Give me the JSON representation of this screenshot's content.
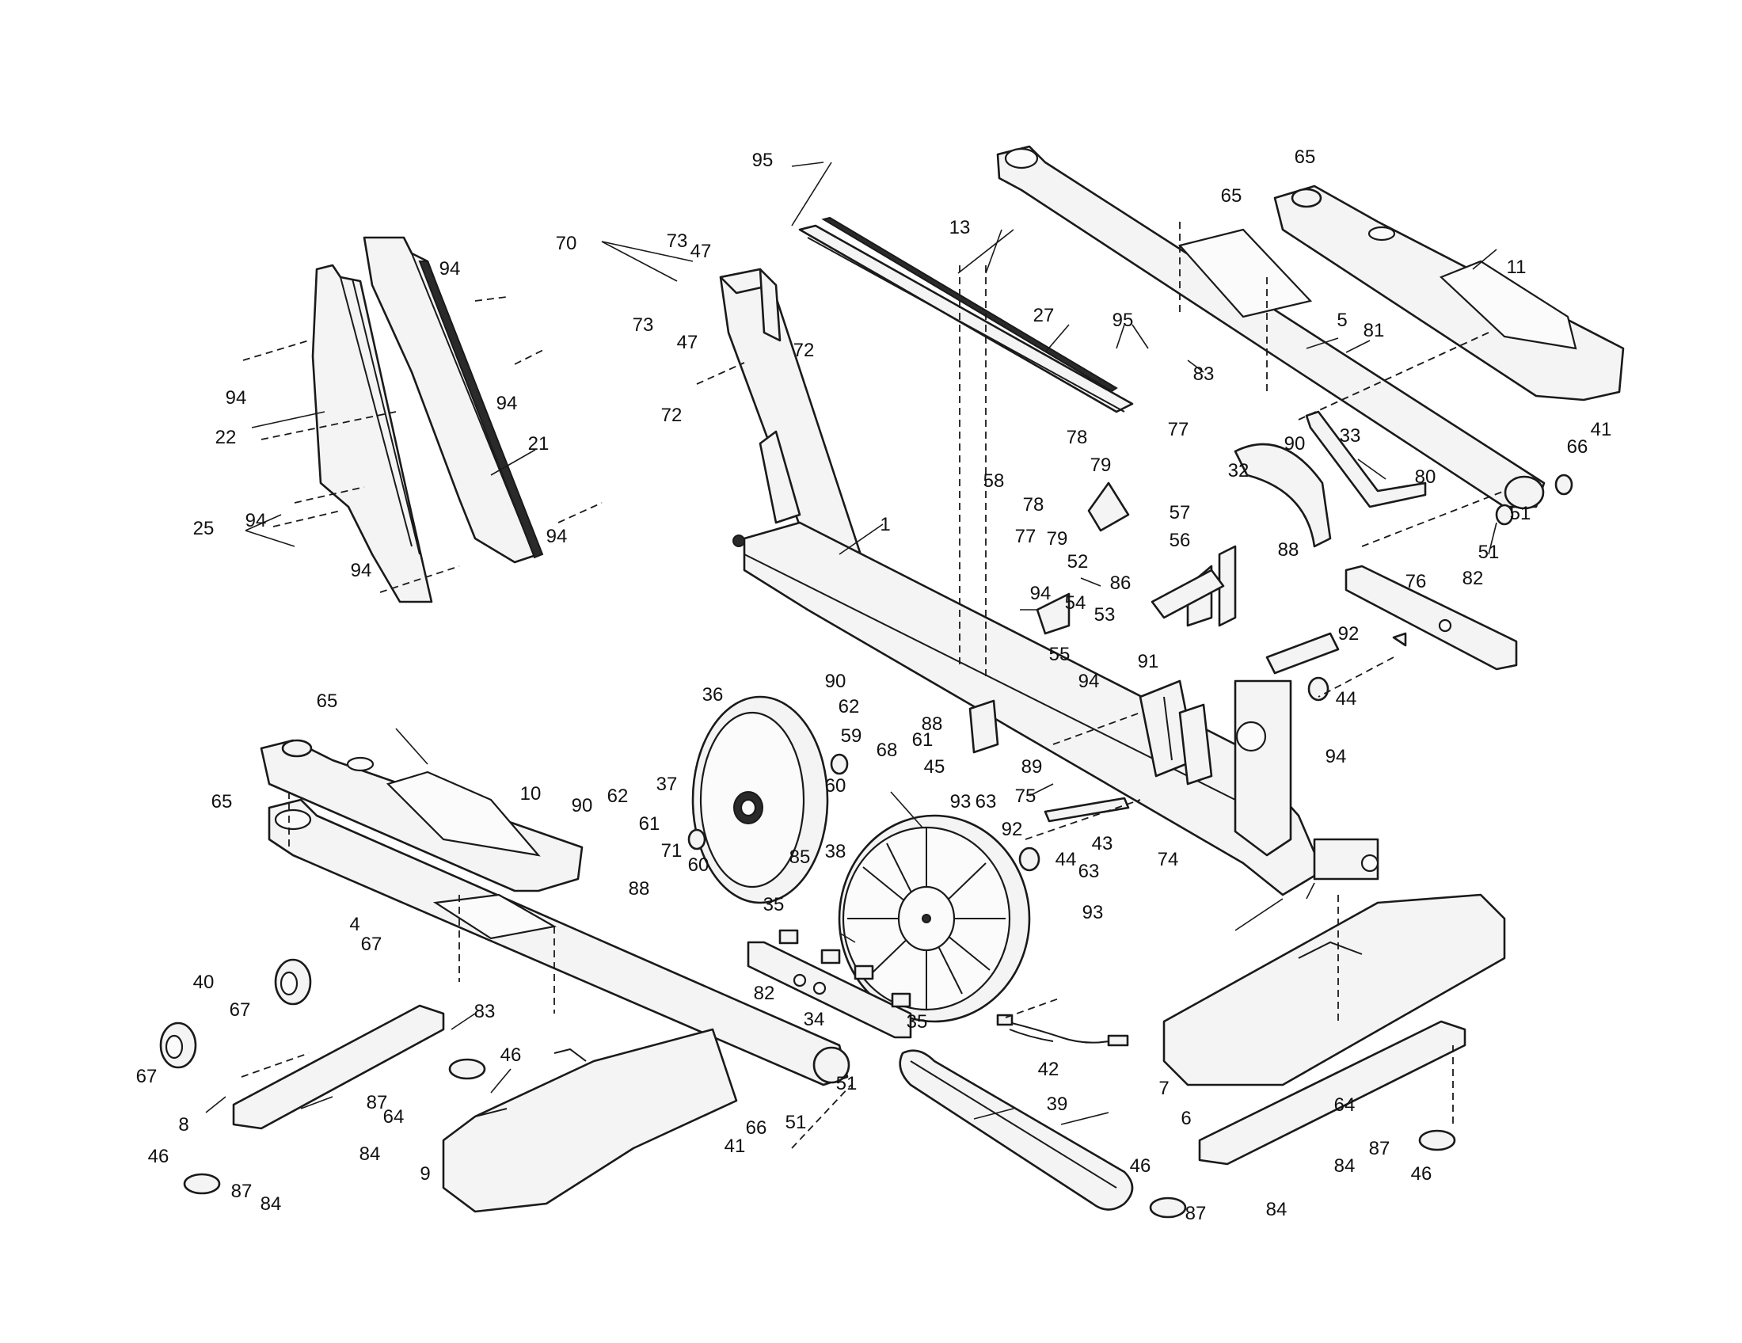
{
  "diagram": {
    "callouts": [
      {
        "id": "c1",
        "text": "1"
      },
      {
        "id": "c4",
        "text": "4"
      },
      {
        "id": "c5",
        "text": "5"
      },
      {
        "id": "c6",
        "text": "6"
      },
      {
        "id": "c7",
        "text": "7"
      },
      {
        "id": "c8",
        "text": "8"
      },
      {
        "id": "c9",
        "text": "9"
      },
      {
        "id": "c10",
        "text": "10"
      },
      {
        "id": "c11",
        "text": "11"
      },
      {
        "id": "c13",
        "text": "13"
      },
      {
        "id": "c21",
        "text": "21"
      },
      {
        "id": "c22",
        "text": "22"
      },
      {
        "id": "c25",
        "text": "25"
      },
      {
        "id": "c27",
        "text": "27"
      },
      {
        "id": "c32",
        "text": "32"
      },
      {
        "id": "c33",
        "text": "33"
      },
      {
        "id": "c34",
        "text": "34"
      },
      {
        "id": "c35a",
        "text": "35"
      },
      {
        "id": "c35b",
        "text": "35"
      },
      {
        "id": "c36",
        "text": "36"
      },
      {
        "id": "c37",
        "text": "37"
      },
      {
        "id": "c38",
        "text": "38"
      },
      {
        "id": "c39",
        "text": "39"
      },
      {
        "id": "c40",
        "text": "40"
      },
      {
        "id": "c41a",
        "text": "41"
      },
      {
        "id": "c41b",
        "text": "41"
      },
      {
        "id": "c42",
        "text": "42"
      },
      {
        "id": "c43",
        "text": "43"
      },
      {
        "id": "c44a",
        "text": "44"
      },
      {
        "id": "c44b",
        "text": "44"
      },
      {
        "id": "c45",
        "text": "45"
      },
      {
        "id": "c46a",
        "text": "46"
      },
      {
        "id": "c46b",
        "text": "46"
      },
      {
        "id": "c46c",
        "text": "46"
      },
      {
        "id": "c46d",
        "text": "46"
      },
      {
        "id": "c47a",
        "text": "47"
      },
      {
        "id": "c47b",
        "text": "47"
      },
      {
        "id": "c51a",
        "text": "51"
      },
      {
        "id": "c51b",
        "text": "51"
      },
      {
        "id": "c51c",
        "text": "51"
      },
      {
        "id": "c51d",
        "text": "51"
      },
      {
        "id": "c52",
        "text": "52"
      },
      {
        "id": "c53",
        "text": "53"
      },
      {
        "id": "c54",
        "text": "54"
      },
      {
        "id": "c55",
        "text": "55"
      },
      {
        "id": "c56",
        "text": "56"
      },
      {
        "id": "c57",
        "text": "57"
      },
      {
        "id": "c58",
        "text": "58"
      },
      {
        "id": "c59",
        "text": "59"
      },
      {
        "id": "c60a",
        "text": "60"
      },
      {
        "id": "c60b",
        "text": "60"
      },
      {
        "id": "c61a",
        "text": "61"
      },
      {
        "id": "c61b",
        "text": "61"
      },
      {
        "id": "c62a",
        "text": "62"
      },
      {
        "id": "c62b",
        "text": "62"
      },
      {
        "id": "c63a",
        "text": "63"
      },
      {
        "id": "c63b",
        "text": "63"
      },
      {
        "id": "c64a",
        "text": "64"
      },
      {
        "id": "c64b",
        "text": "64"
      },
      {
        "id": "c65a",
        "text": "65"
      },
      {
        "id": "c65b",
        "text": "65"
      },
      {
        "id": "c65c",
        "text": "65"
      },
      {
        "id": "c65d",
        "text": "65"
      },
      {
        "id": "c66a",
        "text": "66"
      },
      {
        "id": "c66b",
        "text": "66"
      },
      {
        "id": "c67a",
        "text": "67"
      },
      {
        "id": "c67b",
        "text": "67"
      },
      {
        "id": "c67c",
        "text": "67"
      },
      {
        "id": "c68",
        "text": "68"
      },
      {
        "id": "c70",
        "text": "70"
      },
      {
        "id": "c71",
        "text": "71"
      },
      {
        "id": "c72a",
        "text": "72"
      },
      {
        "id": "c72b",
        "text": "72"
      },
      {
        "id": "c73a",
        "text": "73"
      },
      {
        "id": "c73b",
        "text": "73"
      },
      {
        "id": "c74",
        "text": "74"
      },
      {
        "id": "c75",
        "text": "75"
      },
      {
        "id": "c76",
        "text": "76"
      },
      {
        "id": "c77a",
        "text": "77"
      },
      {
        "id": "c77b",
        "text": "77"
      },
      {
        "id": "c78a",
        "text": "78"
      },
      {
        "id": "c78b",
        "text": "78"
      },
      {
        "id": "c79a",
        "text": "79"
      },
      {
        "id": "c79b",
        "text": "79"
      },
      {
        "id": "c80",
        "text": "80"
      },
      {
        "id": "c81",
        "text": "81"
      },
      {
        "id": "c82a",
        "text": "82"
      },
      {
        "id": "c82b",
        "text": "82"
      },
      {
        "id": "c83a",
        "text": "83"
      },
      {
        "id": "c83b",
        "text": "83"
      },
      {
        "id": "c84a",
        "text": "84"
      },
      {
        "id": "c84b",
        "text": "84"
      },
      {
        "id": "c84c",
        "text": "84"
      },
      {
        "id": "c84d",
        "text": "84"
      },
      {
        "id": "c85",
        "text": "85"
      },
      {
        "id": "c86",
        "text": "86"
      },
      {
        "id": "c87a",
        "text": "87"
      },
      {
        "id": "c87b",
        "text": "87"
      },
      {
        "id": "c87c",
        "text": "87"
      },
      {
        "id": "c87d",
        "text": "87"
      },
      {
        "id": "c88a",
        "text": "88"
      },
      {
        "id": "c88b",
        "text": "88"
      },
      {
        "id": "c88c",
        "text": "88"
      },
      {
        "id": "c89",
        "text": "89"
      },
      {
        "id": "c90a",
        "text": "90"
      },
      {
        "id": "c90b",
        "text": "90"
      },
      {
        "id": "c90c",
        "text": "90"
      },
      {
        "id": "c91",
        "text": "91"
      },
      {
        "id": "c92a",
        "text": "92"
      },
      {
        "id": "c92b",
        "text": "92"
      },
      {
        "id": "c93a",
        "text": "93"
      },
      {
        "id": "c93b",
        "text": "93"
      },
      {
        "id": "c94a",
        "text": "94"
      },
      {
        "id": "c94b",
        "text": "94"
      },
      {
        "id": "c94c",
        "text": "94"
      },
      {
        "id": "c94d",
        "text": "94"
      },
      {
        "id": "c94e",
        "text": "94"
      },
      {
        "id": "c94f",
        "text": "94"
      },
      {
        "id": "c94g",
        "text": "94"
      },
      {
        "id": "c94h",
        "text": "94"
      },
      {
        "id": "c94i",
        "text": "94"
      },
      {
        "id": "c95a",
        "text": "95"
      },
      {
        "id": "c95b",
        "text": "95"
      }
    ]
  }
}
